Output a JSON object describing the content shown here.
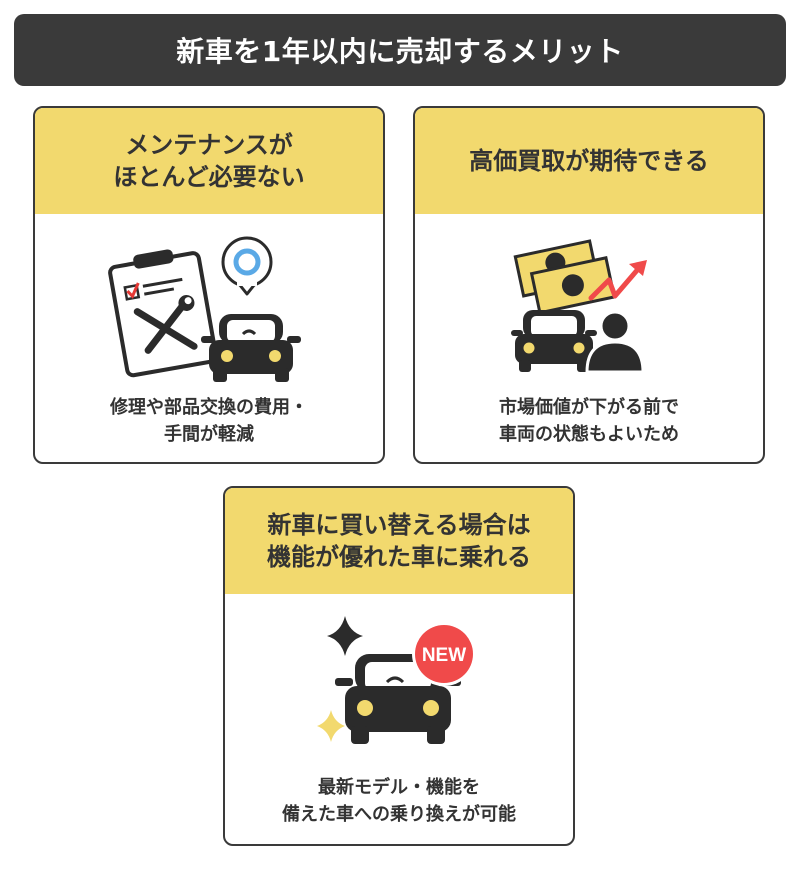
{
  "banner": {
    "title": "新車を1年以内に売却するメリット"
  },
  "colors": {
    "banner_bg": "#3a3a3a",
    "card_header": "#f2d96e",
    "card_border": "#3a3a3a",
    "accent_red": "#f04a4a",
    "accent_blue": "#5aa9e6",
    "headlight_yellow": "#f2d96e"
  },
  "cards": [
    {
      "title": "メンテナンスが\nほとんど必要ない",
      "icon": "clipboard-tools-car-ok-icon",
      "description": "修理や部品交換の費用・\n手間が軽減"
    },
    {
      "title": "高価買取が期待できる",
      "icon": "money-car-person-rising-icon",
      "description": "市場価値が下がる前で\n車両の状態もよいため"
    },
    {
      "title": "新車に買い替える場合は\n機能が優れた車に乗れる",
      "icon": "new-car-sparkle-icon",
      "badge": "NEW",
      "description": "最新モデル・機能を\n備えた車への乗り換えが可能"
    }
  ]
}
